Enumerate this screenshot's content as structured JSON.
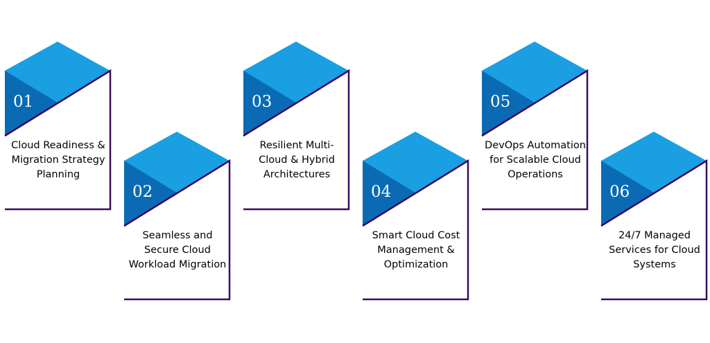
{
  "steps": [
    {
      "number": "01",
      "label": "Cloud Readiness & Migration Strategy Planning"
    },
    {
      "number": "02",
      "label": "Seamless and Secure Cloud Workload Migration"
    },
    {
      "number": "03",
      "label": "Resilient Multi-Cloud & Hybrid Architectures"
    },
    {
      "number": "04",
      "label": "Smart Cloud Cost Management & Optimization"
    },
    {
      "number": "05",
      "label": "DevOps Automation for Scalable Cloud Operations"
    },
    {
      "number": "06",
      "label": "24/7 Managed Services for Cloud Systems"
    }
  ],
  "colors": {
    "top_face": "#1a9fe2",
    "side_face": "#0a6bb4",
    "outline": "#3b0a5e",
    "text": "#000000",
    "number_text": "#ffffff"
  }
}
